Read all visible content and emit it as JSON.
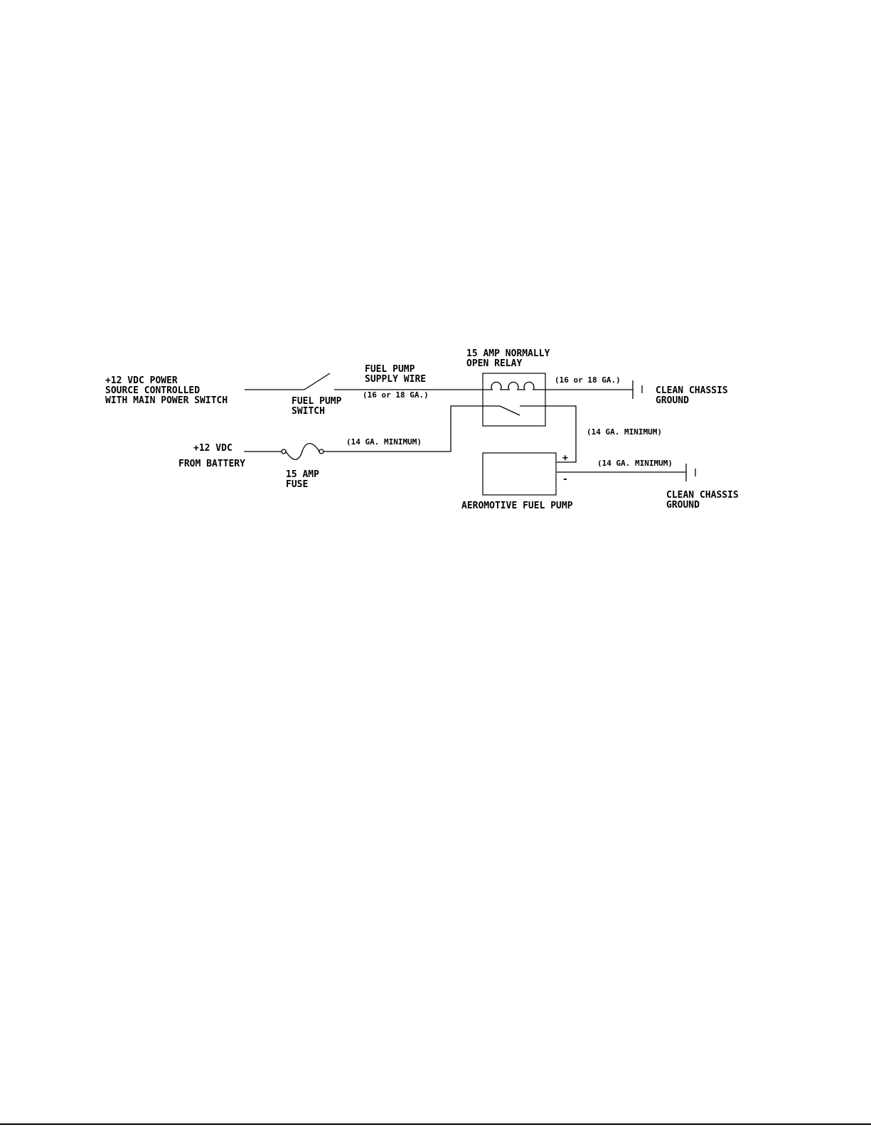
{
  "labels": {
    "power_source": [
      "+12 VDC POWER",
      "SOURCE CONTROLLED",
      "WITH MAIN POWER SWITCH"
    ],
    "fuel_pump_switch": [
      "FUEL PUMP",
      "SWITCH"
    ],
    "supply_wire": [
      "FUEL PUMP",
      "SUPPLY WIRE"
    ],
    "supply_gauge": "(16 or 18 GA.)",
    "relay": [
      "15 AMP NORMALLY",
      "OPEN RELAY"
    ],
    "relay_ground_gauge": "(16 or 18 GA.)",
    "chassis_ground_1": [
      "CLEAN CHASSIS",
      "GROUND"
    ],
    "battery": [
      "+12 VDC",
      "FROM BATTERY"
    ],
    "fuse": [
      "15 AMP",
      "FUSE"
    ],
    "fuse_gauge": "(14 GA. MINIMUM)",
    "pump_feed_gauge": "(14 GA. MINIMUM)",
    "pump_ground_gauge": "(14 GA. MINIMUM)",
    "pump_plus": "+",
    "pump_minus": "-",
    "pump": "AEROMOTIVE FUEL PUMP",
    "chassis_ground_2": [
      "CLEAN CHASSIS",
      "GROUND"
    ]
  }
}
